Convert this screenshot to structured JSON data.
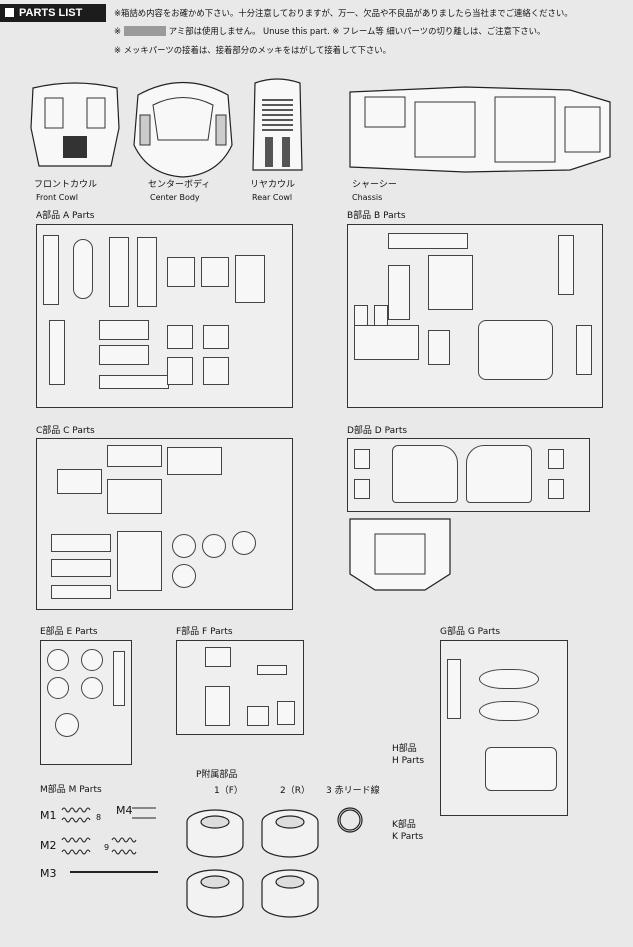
{
  "header": {
    "title": "PARTS LIST"
  },
  "notes": [
    {
      "text": "※箱詰め内容をお確かめ下さい。十分注意しておりますが、万一、欠品や不良品がありましたら当社までご連絡ください。"
    },
    {
      "text": "アミ部は使用しません。 Unuse this part. ※ フレーム等 細いパーツの切り離しは、ご注意下さい。"
    },
    {
      "text": "※ メッキパーツの接着は、接着部分のメッキをはがして接着して下さい。"
    }
  ],
  "bodies": [
    {
      "jp": "フロントカウル",
      "en": "Front Cowl"
    },
    {
      "jp": "センターボディ",
      "en": "Center Body"
    },
    {
      "jp": "リヤカウル",
      "en": "Rear Cowl"
    },
    {
      "jp": "シャーシー",
      "en": "Chassis"
    }
  ],
  "sprues": {
    "A": {
      "label": "A部品 A Parts"
    },
    "B": {
      "label": "B部品 B Parts"
    },
    "C": {
      "label": "C部品 C Parts"
    },
    "D": {
      "label": "D部品 D Parts"
    },
    "E": {
      "label": "E部品 E Parts"
    },
    "F": {
      "label": "F部品 F Parts"
    },
    "G": {
      "label": "G部品 G Parts"
    },
    "H": {
      "label": "H部品",
      "label2": "H Parts"
    },
    "K": {
      "label": "K部品",
      "label2": "K Parts"
    },
    "M": {
      "label": "M部品 M Parts"
    },
    "P": {
      "label": "P附属部品"
    }
  },
  "m_parts": {
    "m1": "M1",
    "m2": "M2",
    "m3": "M3",
    "m4": "M4",
    "n8": "8",
    "n9": "9"
  },
  "p_parts": {
    "tire_f": "1（F）",
    "tire_r": "2（R）",
    "lead": "3 赤リード線"
  }
}
